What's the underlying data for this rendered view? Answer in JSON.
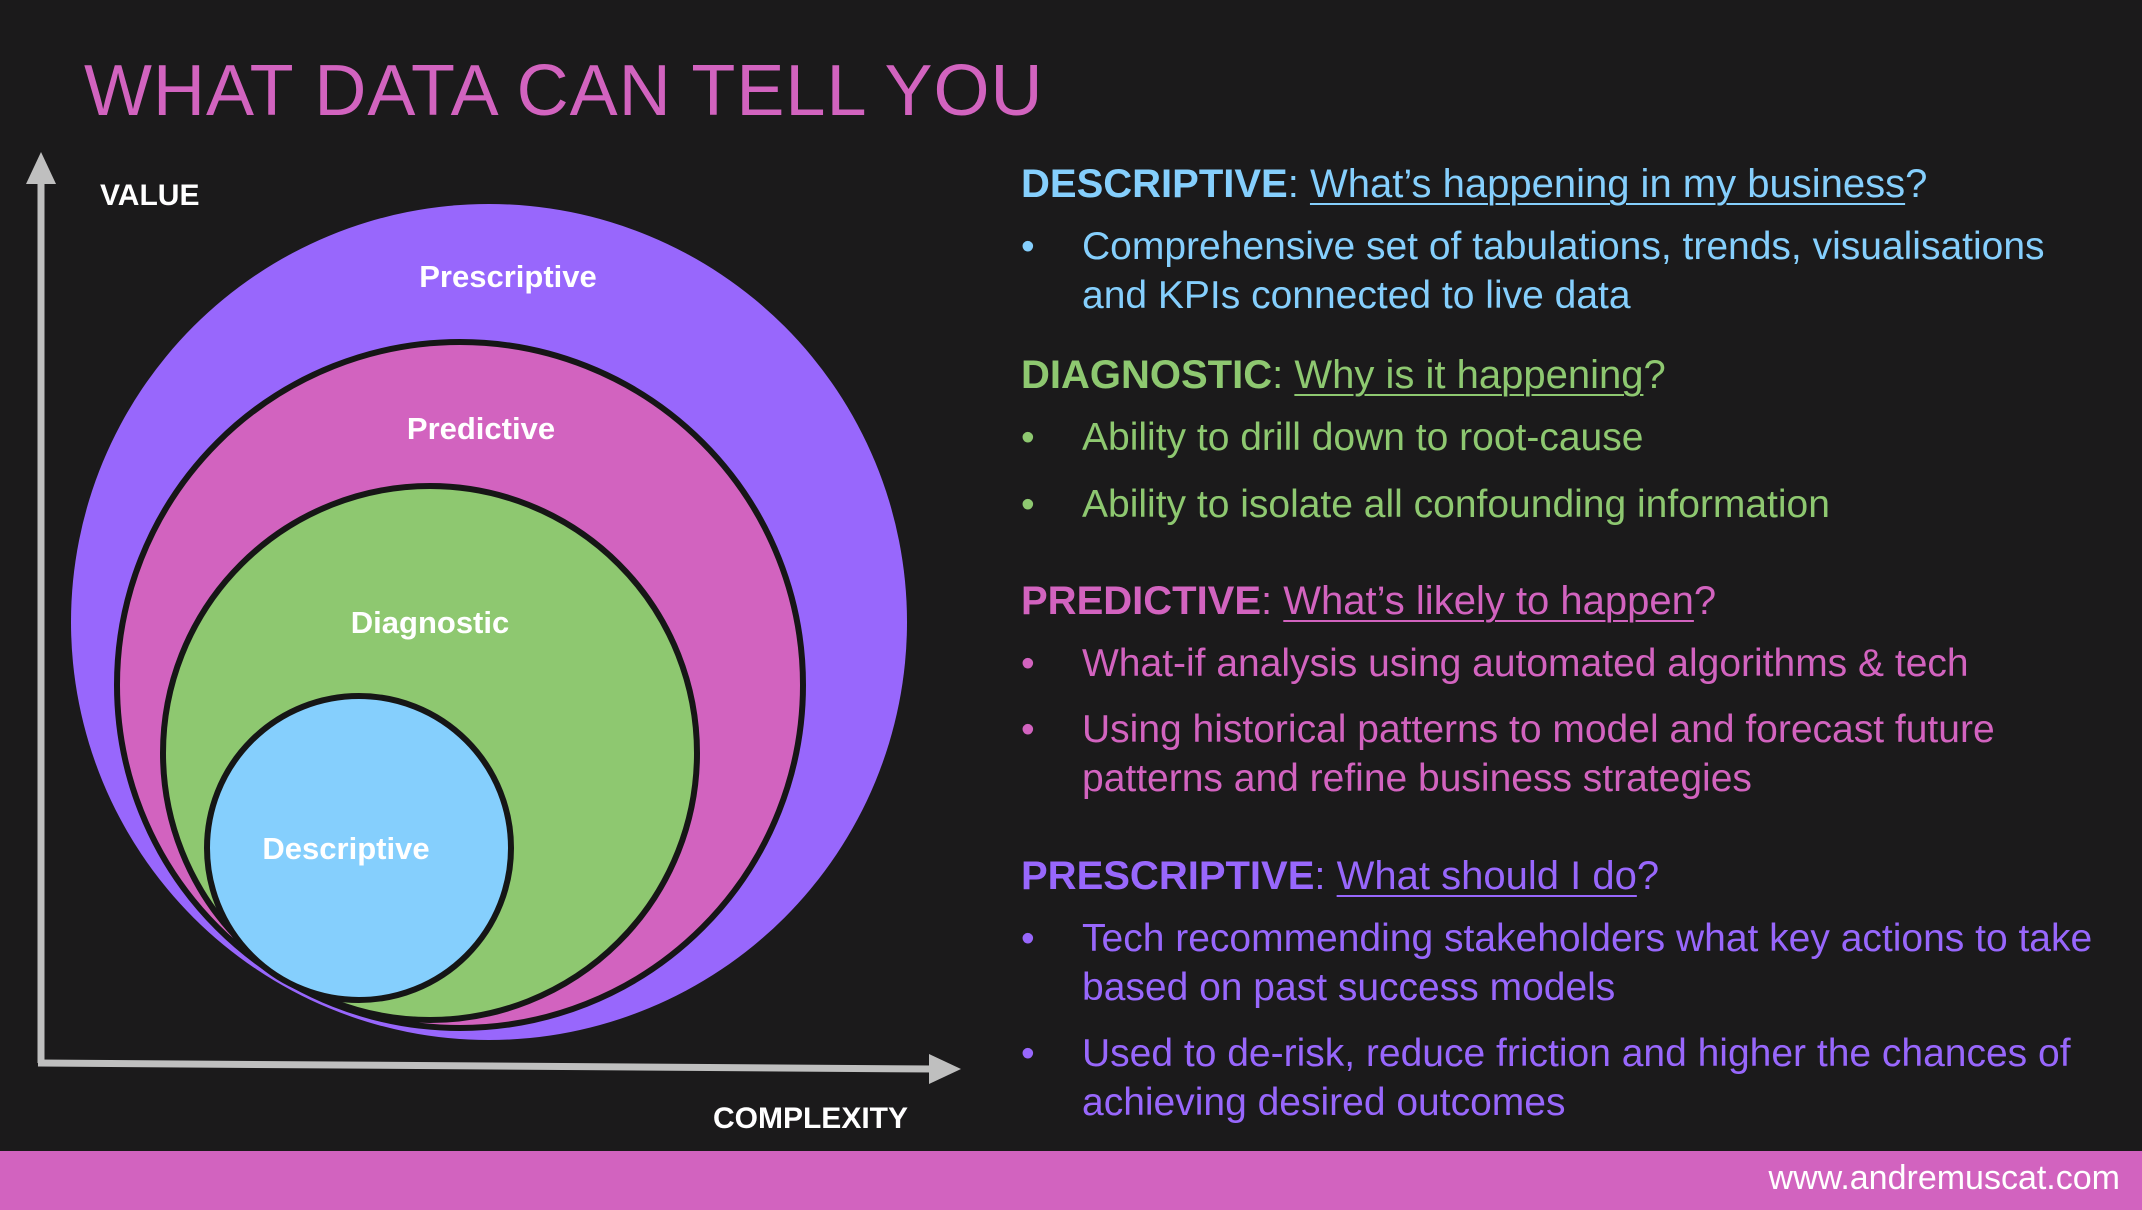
{
  "title": "WHAT DATA CAN TELL YOU",
  "axes": {
    "y_label": "VALUE",
    "x_label": "COMPLEXITY"
  },
  "circles": [
    {
      "label": "Prescriptive",
      "color": "#9867fc"
    },
    {
      "label": "Predictive",
      "color": "#d263bf"
    },
    {
      "label": "Diagnostic",
      "color": "#8ec870"
    },
    {
      "label": "Descriptive",
      "color": "#85cffd"
    }
  ],
  "sections": [
    {
      "keyword": "DESCRIPTIVE",
      "separator": ": ",
      "question": "What’s happening in my business",
      "end": "?",
      "color": "#85cffd",
      "bullets": [
        "Comprehensive set of tabulations, trends, visualisations and KPIs connected to live data"
      ]
    },
    {
      "keyword": "DIAGNOSTIC",
      "separator": ": ",
      "question": "Why is it happening",
      "end": "?",
      "color": "#8ec870",
      "bullets": [
        "Ability to drill down to root-cause",
        "Ability to isolate all confounding information"
      ]
    },
    {
      "keyword": "PREDICTIVE",
      "separator": ": ",
      "question": "What’s likely to happen",
      "end": "?",
      "color": "#d263bf",
      "bullets": [
        "What-if analysis using automated algorithms & tech",
        "Using historical patterns to model and forecast future patterns and refine business strategies"
      ]
    },
    {
      "keyword": "PRESCRIPTIVE",
      "separator": ": ",
      "question": "What should I do",
      "end": "?",
      "color": "#9867fc",
      "bullets": [
        "Tech recommending stakeholders what key actions to take based on past success models",
        "Used to de-risk, reduce friction and higher the chances of achieving desired outcomes"
      ]
    }
  ],
  "footer": {
    "url": "www.andremuscat.com",
    "color": "#d263bf"
  }
}
